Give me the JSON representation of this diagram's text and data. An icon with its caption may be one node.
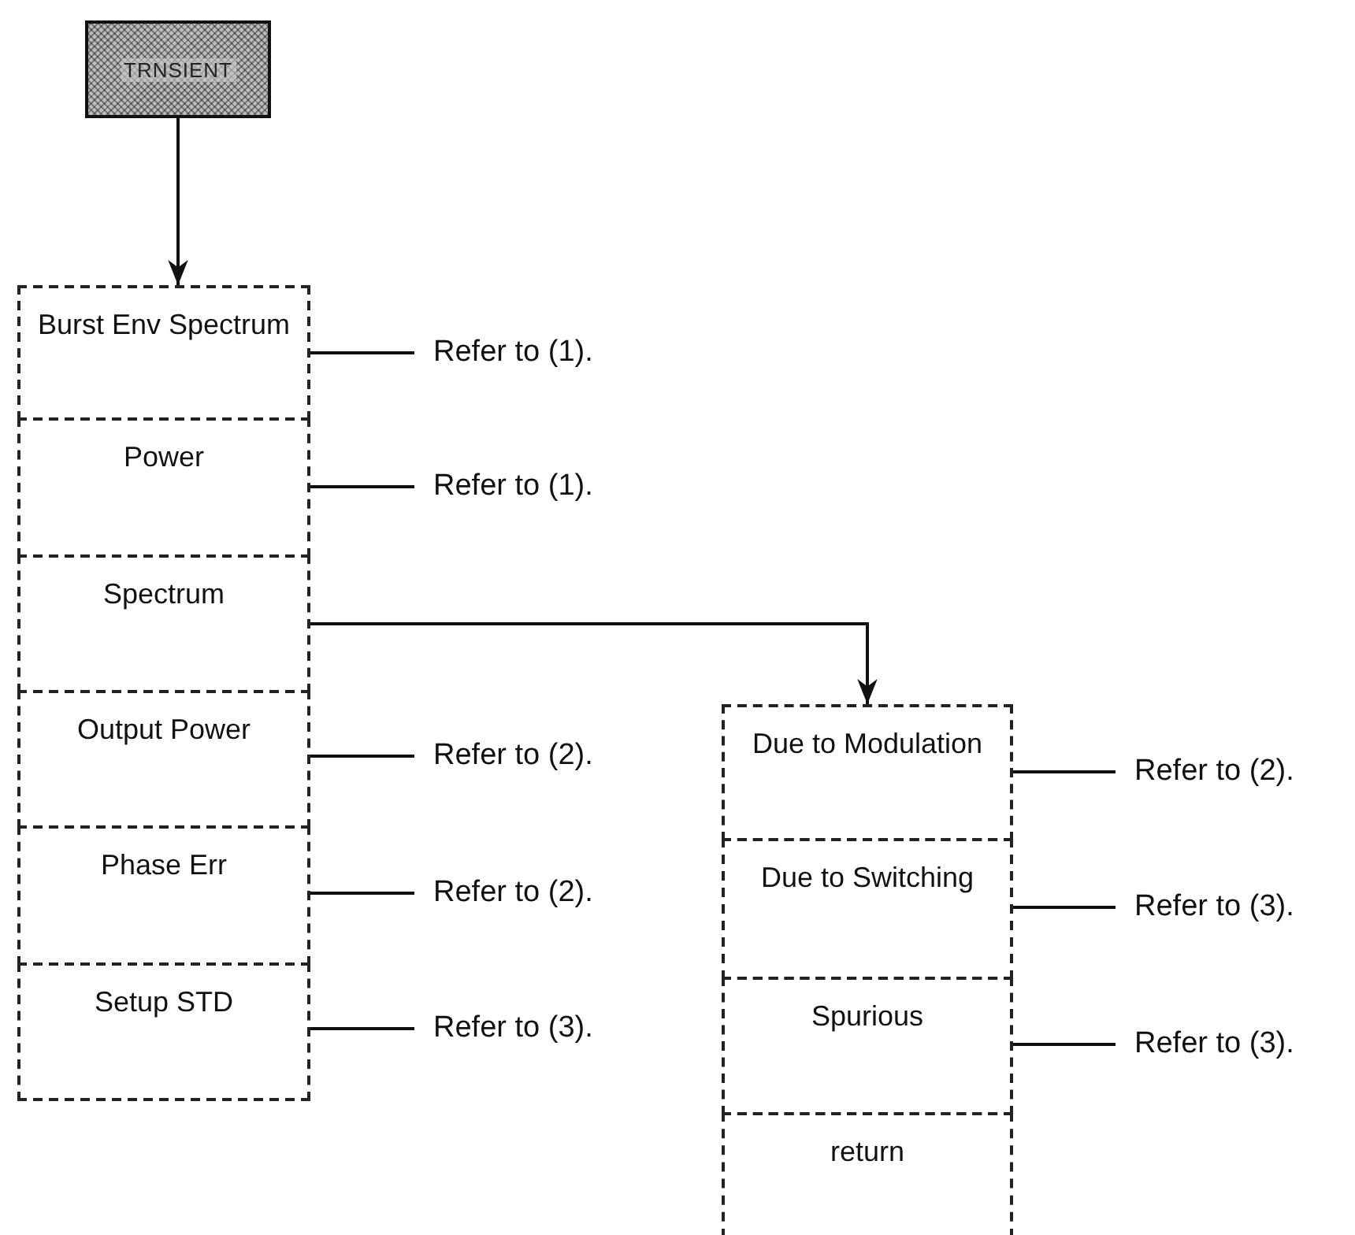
{
  "diagram": {
    "nodes": [
      {
        "text": [
          "TRNSIENT"
        ]
      },
      {
        "text": [
          "Burst Env Spectrum"
        ]
      },
      {
        "text": [
          "Refer to (1)."
        ]
      },
      {
        "text": [
          "Power"
        ]
      },
      {
        "text": [
          "Refer to (1)."
        ]
      },
      {
        "text": [
          "Spectrum"
        ]
      },
      {
        "text": [
          "Output Power"
        ]
      },
      {
        "text": [
          "Refer to (2)."
        ]
      },
      {
        "text": [
          "Phase Err"
        ]
      },
      {
        "text": [
          "Refer to (2)."
        ]
      },
      {
        "text": [
          "Setup STD"
        ]
      },
      {
        "text": [
          "Refer to (3)."
        ]
      },
      {
        "text": [
          "Due to Modulation"
        ]
      },
      {
        "text": [
          "Refer to (2)."
        ]
      },
      {
        "text": [
          "Due to Switching"
        ]
      },
      {
        "text": [
          "Refer to (3)."
        ]
      },
      {
        "text": [
          "Spurious"
        ]
      },
      {
        "text": [
          "Refer to (3)."
        ]
      },
      {
        "text": [
          "return"
        ]
      }
    ],
    "edges": [
      {
        "from": 0,
        "to": 1,
        "arrow": "to"
      },
      {
        "from": 1,
        "to": 2,
        "arrow": "none"
      },
      {
        "from": 3,
        "to": 4,
        "arrow": "none"
      },
      {
        "from": 5,
        "to": 12,
        "arrow": "to"
      },
      {
        "from": 6,
        "to": 7,
        "arrow": "none"
      },
      {
        "from": 8,
        "to": 9,
        "arrow": "none"
      },
      {
        "from": 10,
        "to": 11,
        "arrow": "none"
      },
      {
        "from": 12,
        "to": 13,
        "arrow": "none"
      },
      {
        "from": 14,
        "to": 15,
        "arrow": "none"
      },
      {
        "from": 16,
        "to": 17,
        "arrow": "none"
      }
    ]
  }
}
